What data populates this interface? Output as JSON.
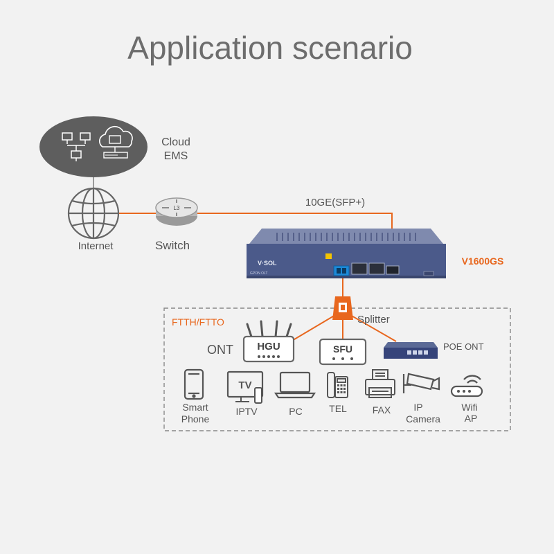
{
  "title": "Application scenario",
  "labels": {
    "cloud": [
      "Cloud",
      "EMS"
    ],
    "internet": "Internet",
    "switch": "Switch",
    "switch_badge": "L3",
    "uplink": "10GE(SFP+)",
    "olt_model": "V1600GS",
    "olt_brand": "V·SOL",
    "olt_type": "GPON OLT",
    "splitter": "Splitter",
    "area": "FTTH/FTTO",
    "ont": "ONT",
    "hgu": "HGU",
    "sfu": "SFU",
    "poe_ont": "POE ONT",
    "tv_screen": "TV"
  },
  "devices": [
    {
      "key": "phone",
      "lines": [
        "Smart",
        "Phone"
      ]
    },
    {
      "key": "iptv",
      "lines": [
        "IPTV"
      ]
    },
    {
      "key": "pc",
      "lines": [
        "PC"
      ]
    },
    {
      "key": "tel",
      "lines": [
        "TEL"
      ]
    },
    {
      "key": "fax",
      "lines": [
        "FAX"
      ]
    },
    {
      "key": "camera",
      "lines": [
        "IP",
        "Camera"
      ]
    },
    {
      "key": "wifi",
      "lines": [
        "Wifi",
        "AP"
      ]
    }
  ],
  "colors": {
    "accent": "#e8671e",
    "line_gray": "#9a9a9a",
    "cloud": "#5e5e5e",
    "olt_body": "#4b5a8a",
    "text": "#555555"
  }
}
